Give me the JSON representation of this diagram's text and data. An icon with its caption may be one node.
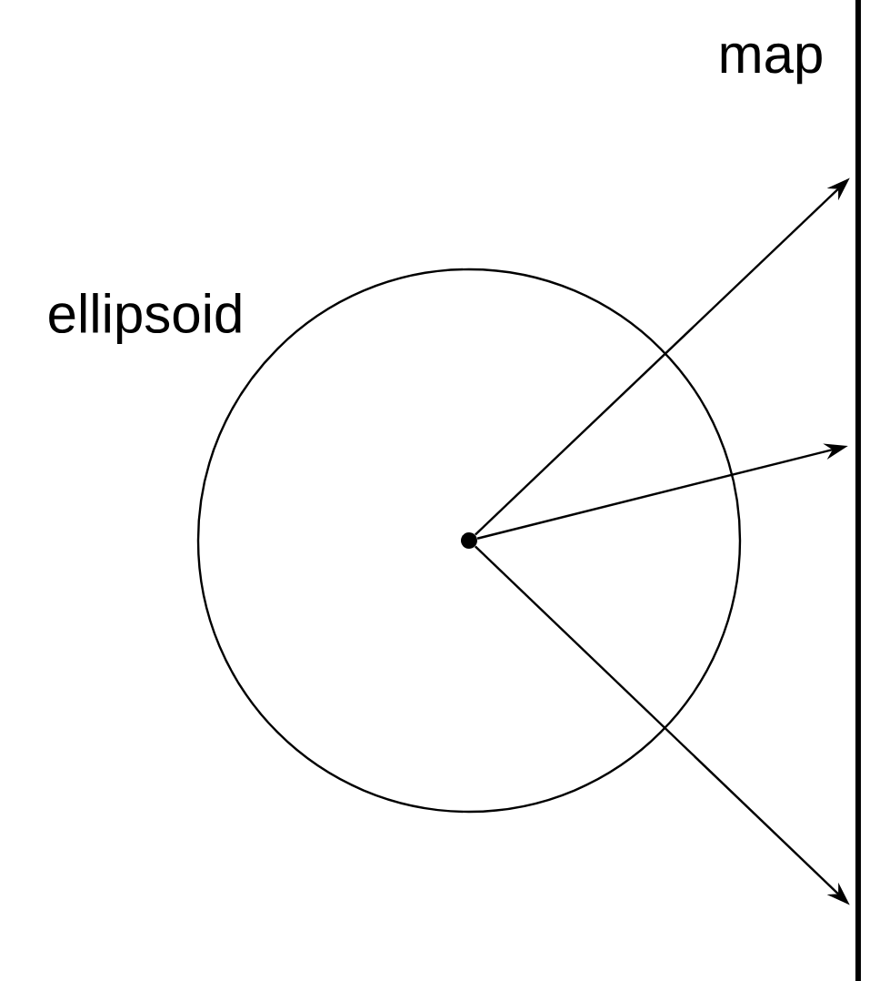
{
  "diagram": {
    "nodes": [
      {
        "text": [
          "ellipsoid"
        ]
      },
      {
        "text": [
          "map"
        ]
      },
      {
        "text": [],
        "shape": "circle",
        "in": 0
      }
    ],
    "edges": [
      {
        "from": 2,
        "to": 1,
        "arrow": "to"
      },
      {
        "from": 2,
        "to": 1,
        "arrow": "to"
      },
      {
        "from": 2,
        "to": 1,
        "arrow": "to"
      }
    ]
  }
}
